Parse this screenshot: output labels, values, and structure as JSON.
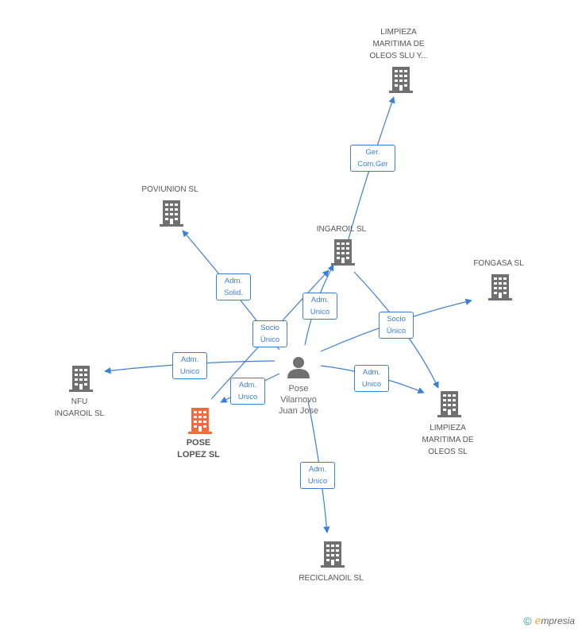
{
  "colors": {
    "edge": "#3b7fd4",
    "building": "#707070",
    "building_main": "#f26b3a",
    "person": "#707070"
  },
  "nodes": {
    "limpieza_oleos_slu": {
      "label": "LIMPIEZA\nMARITIMA DE\nOLEOS SLU Y...",
      "icon": "building-icon"
    },
    "poviunion": {
      "label": "POVIUNION SL",
      "icon": "building-icon"
    },
    "ingaroil": {
      "label": "INGAROIL  SL",
      "icon": "building-icon"
    },
    "fongasa": {
      "label": "FONGASA SL",
      "icon": "building-icon"
    },
    "nfu_ingaroil": {
      "label": "NFU\nINGAROIL SL",
      "icon": "building-icon"
    },
    "pose_lopez": {
      "label": "POSE\nLOPEZ SL",
      "icon": "building-icon"
    },
    "person": {
      "label": "Pose\nVilarnovo\nJuan Jose",
      "icon": "person-icon"
    },
    "limpieza_oleos_sl": {
      "label": "LIMPIEZA\nMARITIMA DE\nOLEOS SL",
      "icon": "building-icon"
    },
    "reciclanoil": {
      "label": "RECICLANOIL SL",
      "icon": "building-icon"
    }
  },
  "edge_labels": {
    "ger_com_ger": "Ger.\nCom.Ger",
    "adm_solid": "Adm.\nSolid.",
    "adm_unico_ingaroil": "Adm.\nUnico",
    "socio_unico_pose": "Socio\nÚnico",
    "socio_unico_limpieza": "Socio\nÚnico",
    "adm_unico_nfu": "Adm.\nUnico",
    "adm_unico_pose": "Adm.\nUnico",
    "adm_unico_limpieza": "Adm.\nUnico",
    "adm_unico_reciclanoil": "Adm.\nUnico"
  },
  "watermark": {
    "copyright": "©",
    "brand_initial": "e",
    "brand_rest": "mpresia"
  }
}
